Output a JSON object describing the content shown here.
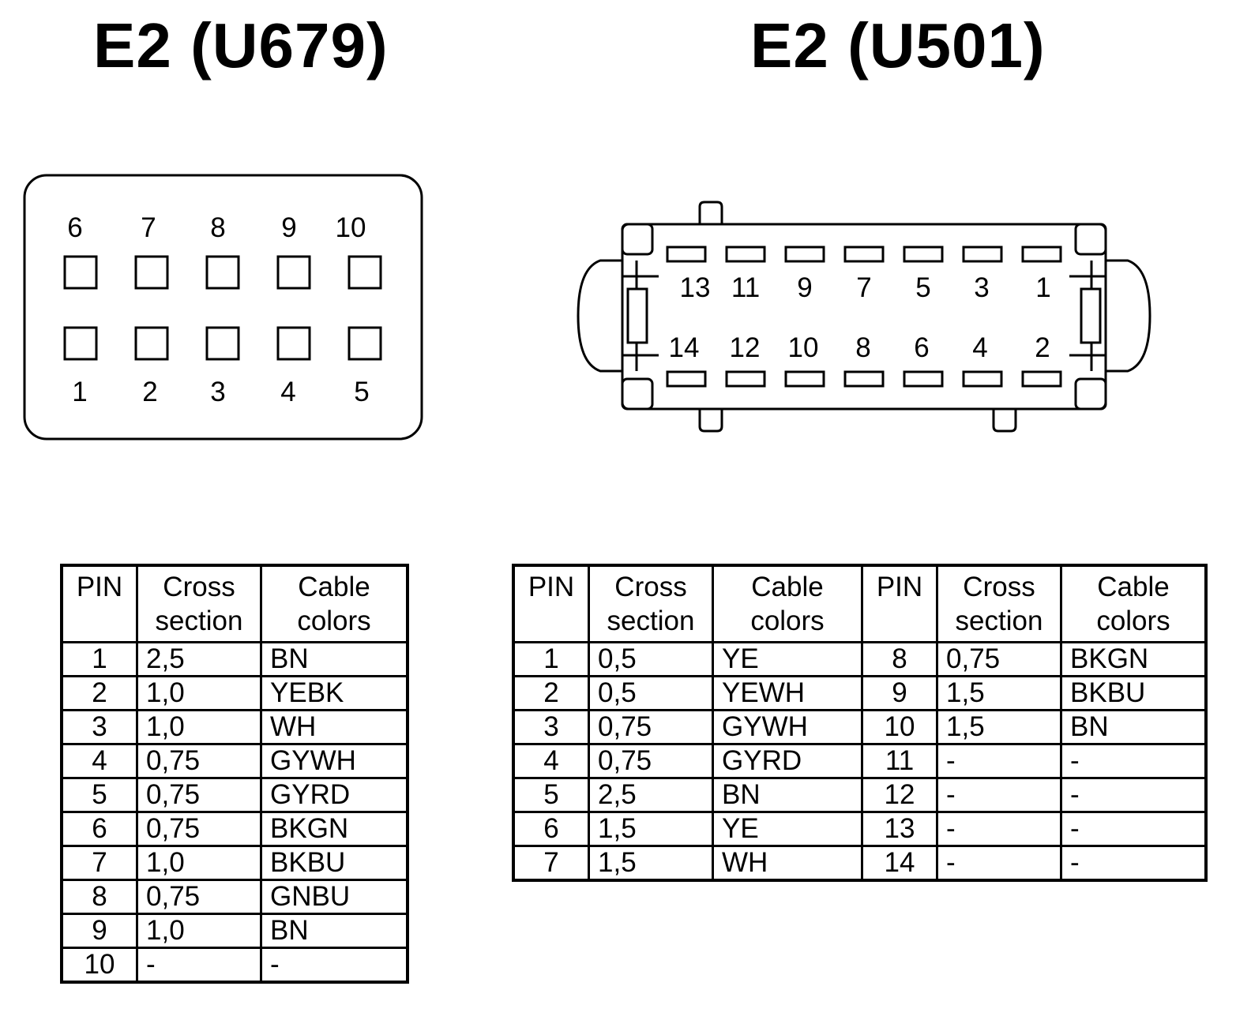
{
  "connectors": [
    {
      "title": "E2 (U679)",
      "pin_labels_top": [
        "6",
        "7",
        "8",
        "9",
        "10"
      ],
      "pin_labels_bottom": [
        "1",
        "2",
        "3",
        "4",
        "5"
      ]
    },
    {
      "title": "E2 (U501)",
      "pin_labels_top": [
        "13",
        "11",
        "9",
        "7",
        "5",
        "3",
        "1"
      ],
      "pin_labels_bottom": [
        "14",
        "12",
        "10",
        "8",
        "6",
        "4",
        "2"
      ]
    }
  ],
  "table_headers": {
    "pin": "PIN",
    "cross_section_line1": "Cross",
    "cross_section_line2": "section",
    "cable_colors_line1": "Cable",
    "cable_colors_line2": "colors"
  },
  "table_left": {
    "rows": [
      {
        "pin": "1",
        "cross": "2,5",
        "color": "BN"
      },
      {
        "pin": "2",
        "cross": "1,0",
        "color": "YEBK"
      },
      {
        "pin": "3",
        "cross": "1,0",
        "color": "WH"
      },
      {
        "pin": "4",
        "cross": "0,75",
        "color": "GYWH"
      },
      {
        "pin": "5",
        "cross": "0,75",
        "color": "GYRD"
      },
      {
        "pin": "6",
        "cross": "0,75",
        "color": "BKGN"
      },
      {
        "pin": "7",
        "cross": "1,0",
        "color": "BKBU"
      },
      {
        "pin": "8",
        "cross": "0,75",
        "color": "GNBU"
      },
      {
        "pin": "9",
        "cross": "1,0",
        "color": "BN"
      },
      {
        "pin": "10",
        "cross": "-",
        "color": "-"
      }
    ]
  },
  "table_right": {
    "rows": [
      {
        "pin": "1",
        "cross": "0,5",
        "color": "YE",
        "pin2": "8",
        "cross2": "0,75",
        "color2": "BKGN"
      },
      {
        "pin": "2",
        "cross": "0,5",
        "color": "YEWH",
        "pin2": "9",
        "cross2": "1,5",
        "color2": "BKBU"
      },
      {
        "pin": "3",
        "cross": "0,75",
        "color": "GYWH",
        "pin2": "10",
        "cross2": "1,5",
        "color2": "BN"
      },
      {
        "pin": "4",
        "cross": "0,75",
        "color": "GYRD",
        "pin2": "11",
        "cross2": "-",
        "color2": "-"
      },
      {
        "pin": "5",
        "cross": "2,5",
        "color": "BN",
        "pin2": "12",
        "cross2": "-",
        "color2": "-"
      },
      {
        "pin": "6",
        "cross": "1,5",
        "color": "YE",
        "pin2": "13",
        "cross2": "-",
        "color2": "-"
      },
      {
        "pin": "7",
        "cross": "1,5",
        "color": "WH",
        "pin2": "14",
        "cross2": "-",
        "color2": "-"
      }
    ]
  }
}
